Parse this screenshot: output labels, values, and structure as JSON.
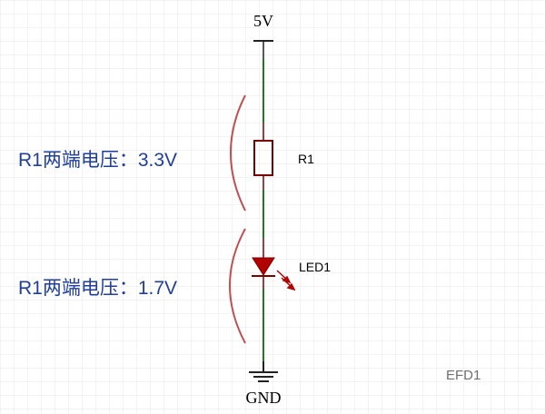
{
  "diagram": {
    "supply_label": "5V",
    "ground_label": "GND",
    "resistor_label": "R1",
    "led_label": "LED1",
    "annotation_top": "R1两端电压：3.3V",
    "annotation_bottom": "R1两端电压：1.7V",
    "watermark": "EFD1"
  },
  "colors": {
    "wire": "#1f7a1f",
    "component": "#7a0000",
    "led_fill": "#b30000",
    "bracket": "#c05050",
    "annotation_text": "#1f3f9a",
    "grid": "#e7e7e7"
  }
}
